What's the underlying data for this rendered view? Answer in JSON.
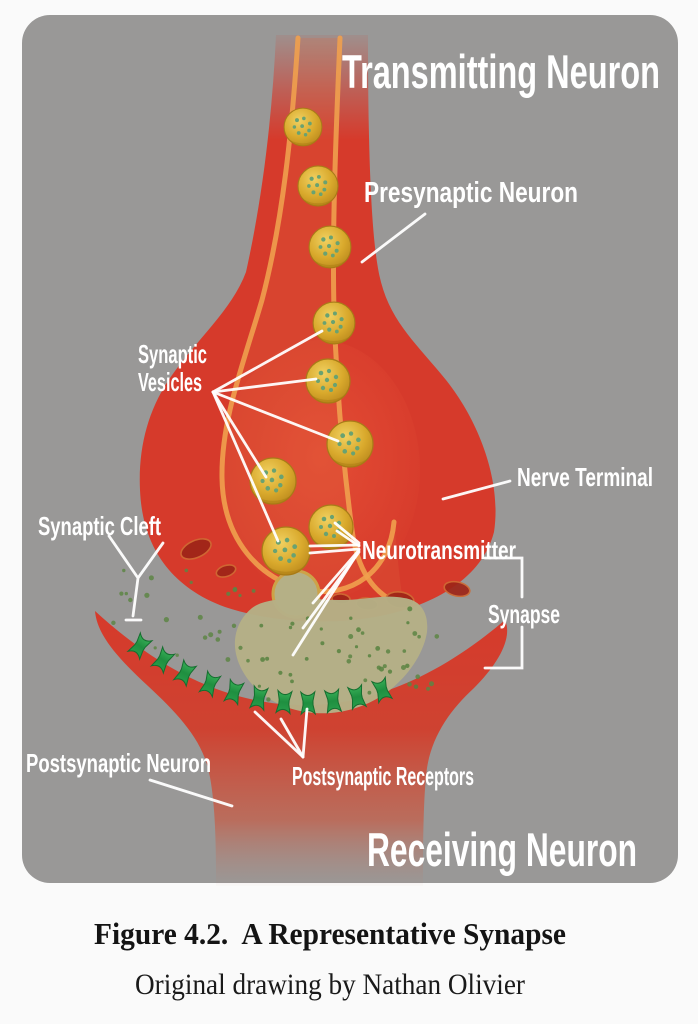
{
  "figure": {
    "labels": {
      "transmitting": "Transmitting Neuron",
      "presynaptic": "Presynaptic Neuron",
      "synaptic_vesicles_line1": "Synaptic",
      "synaptic_vesicles_line2": "Vesicles",
      "nerve_terminal": "Nerve Terminal",
      "synaptic_cleft": "Synaptic Cleft",
      "neurotransmitter": "Neurotransmitter",
      "synapse": "Synapse",
      "postsynaptic_receptors": "Postsynaptic Receptors",
      "postsynaptic_neuron": "Postsynaptic Neuron",
      "receiving": "Receiving Neuron"
    },
    "colors": {
      "panel_background": "#999897",
      "neuron_red": "#d63a2b",
      "axon_channel_gold": "#efa04e",
      "vesicle_gold": "#d8a72e",
      "vesicle_dot_green": "#69a271",
      "receptor_green": "#2aa04c",
      "neurotransmitter_olive": "#b5b086",
      "label_white": "#ffffff"
    }
  },
  "caption": {
    "title": "Figure 4.2.  A Representative Synapse",
    "credit": "Original drawing by Nathan Olivier"
  }
}
